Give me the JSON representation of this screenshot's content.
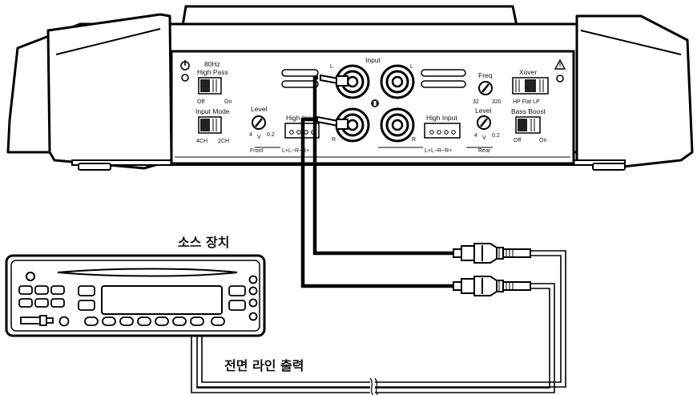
{
  "amp": {
    "input_title": "Input",
    "hpf_freq": "80Hz",
    "hpf_label": "High Pass",
    "off": "Off",
    "on": "On",
    "input_mode": "Input Mode",
    "mode_4ch": "4CH",
    "mode_2ch": "2CH",
    "level": "Level",
    "level_min": "4",
    "level_unit": "V",
    "level_max": "0.2",
    "high_input": "High Input",
    "front": "Front",
    "rear": "Rear",
    "pins": "L+L−R−R+",
    "channel_l": "L",
    "channel_r": "R",
    "freq": "Freq",
    "freq_min": "32",
    "freq_max": "320",
    "xover": "Xover",
    "xover_modes": "HP Flat LP",
    "bass_boost": "Bass Boost"
  },
  "labels": {
    "source_device": "소스 장치",
    "front_line_out": "전면 라인 출력"
  }
}
